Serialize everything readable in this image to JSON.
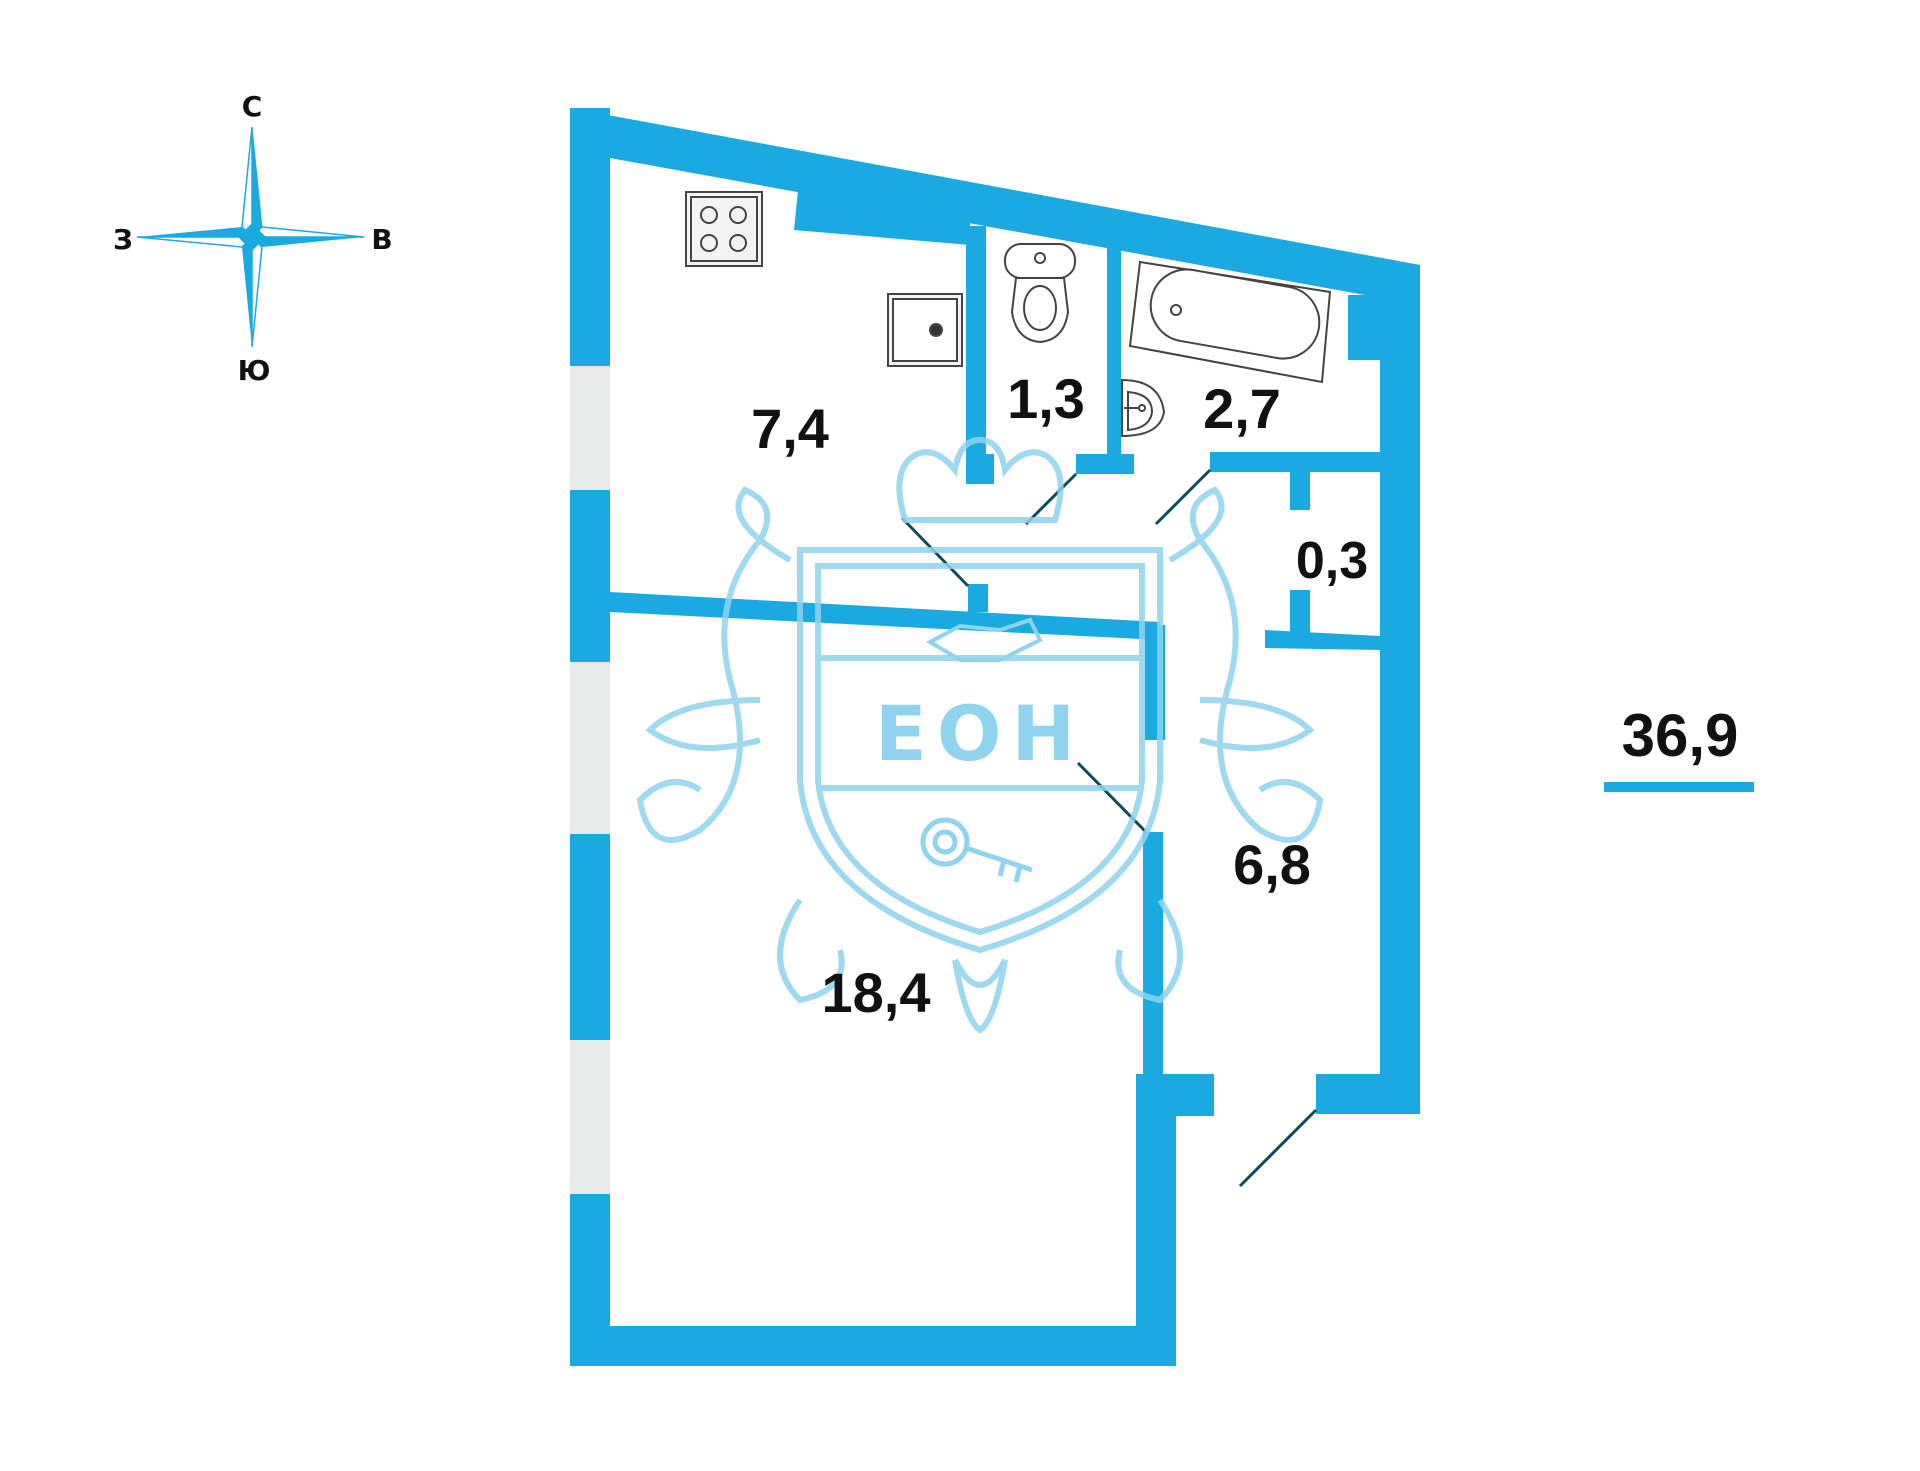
{
  "compass": {
    "north": "С",
    "south": "Ю",
    "west": "З",
    "east": "В"
  },
  "rooms": {
    "kitchen_area": "7,4",
    "toilet_area": "1,3",
    "bathroom_area": "2,7",
    "closet_area": "0,3",
    "hall_area": "6,8",
    "living_room_area": "18,4"
  },
  "total_area": "36,9",
  "watermark": {
    "text": "ЕОН"
  },
  "colors": {
    "wall": "#1ba9e1",
    "window": "#e8ebea",
    "door_swing": "#0e4b5e",
    "watermark": "#8fd3ee",
    "text": "#111111"
  },
  "icons": [
    "compass-rose-icon",
    "stove-icon",
    "sink-icon",
    "toilet-icon",
    "bathtub-icon",
    "washbasin-icon",
    "crest-watermark-icon",
    "handshake-icon",
    "key-icon"
  ]
}
